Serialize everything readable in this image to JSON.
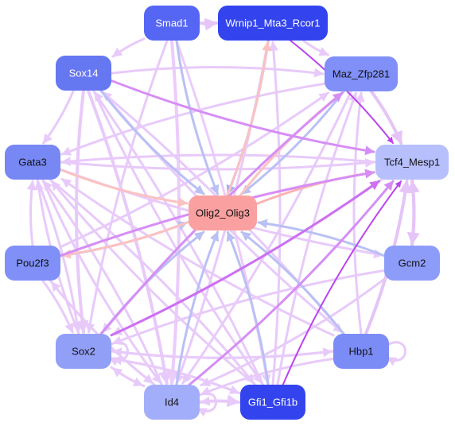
{
  "diagram": {
    "nodes": [
      {
        "id": "smad1",
        "label": "Smad1",
        "fill": "#5566f4",
        "text": "#ffffff"
      },
      {
        "id": "wrnip1",
        "label": "Wrnip1_Mta3_Rcor1",
        "fill": "#3344ee",
        "text": "#ffffff"
      },
      {
        "id": "sox14",
        "label": "Sox14",
        "fill": "#6677f2",
        "text": "#ffffff"
      },
      {
        "id": "maz",
        "label": "Maz_Zfp281",
        "fill": "#8090f8",
        "text": "#111111"
      },
      {
        "id": "gata3",
        "label": "Gata3",
        "fill": "#7788f4",
        "text": "#111111"
      },
      {
        "id": "tcf4",
        "label": "Tcf4_Mesp1",
        "fill": "#b7bffc",
        "text": "#111111"
      },
      {
        "id": "olig2",
        "label": "Olig2_Olig3",
        "fill": "#fba0a0",
        "text": "#111111"
      },
      {
        "id": "pou2f3",
        "label": "Pou2f3",
        "fill": "#8090f8",
        "text": "#111111"
      },
      {
        "id": "gcm2",
        "label": "Gcm2",
        "fill": "#8e9cf9",
        "text": "#111111"
      },
      {
        "id": "sox2",
        "label": "Sox2",
        "fill": "#929ff7",
        "text": "#111111"
      },
      {
        "id": "hbp1",
        "label": "Hbp1",
        "fill": "#7b8cf6",
        "text": "#111111"
      },
      {
        "id": "id4",
        "label": "Id4",
        "fill": "#a3aefa",
        "text": "#111111"
      },
      {
        "id": "gfi1",
        "label": "Gfi1_Gfi1b",
        "fill": "#3344ee",
        "text": "#ffffff"
      }
    ],
    "edges": [
      {
        "from": "smad1",
        "to": "wrnip1",
        "color": "#e5c4f7",
        "weight": 4
      },
      {
        "from": "wrnip1",
        "to": "smad1",
        "color": "#e5c4f7",
        "weight": 3
      },
      {
        "from": "smad1",
        "to": "sox14",
        "color": "#e8cafa",
        "weight": 3
      },
      {
        "from": "smad1",
        "to": "olig2",
        "color": "#b9c0f4",
        "weight": 3
      },
      {
        "from": "smad1",
        "to": "id4",
        "color": "#ecccfb",
        "weight": 4
      },
      {
        "from": "smad1",
        "to": "sox2",
        "color": "#e8cafa",
        "weight": 3
      },
      {
        "from": "smad1",
        "to": "gfi1",
        "color": "#ecccfb",
        "weight": 3
      },
      {
        "from": "wrnip1",
        "to": "olig2",
        "color": "#a7b0f2",
        "weight": 3
      },
      {
        "from": "wrnip1",
        "to": "tcf4",
        "color": "#bb44ee",
        "weight": 2
      },
      {
        "from": "wrnip1",
        "to": "maz",
        "color": "#e8cafa",
        "weight": 3
      },
      {
        "from": "wrnip1",
        "to": "id4",
        "color": "#e8cafa",
        "weight": 3
      },
      {
        "from": "gfi1",
        "to": "wrnip1",
        "color": "#e8cafa",
        "weight": 3
      },
      {
        "from": "sox14",
        "to": "olig2",
        "color": "#b9c0f4",
        "weight": 3
      },
      {
        "from": "sox14",
        "to": "tcf4",
        "color": "#d68ef5",
        "weight": 3
      },
      {
        "from": "sox14",
        "to": "maz",
        "color": "#e8cafa",
        "weight": 3
      },
      {
        "from": "sox14",
        "to": "sox2",
        "color": "#e8cafa",
        "weight": 4
      },
      {
        "from": "sox14",
        "to": "id4",
        "color": "#e8cafa",
        "weight": 4
      },
      {
        "from": "sox14",
        "to": "gfi1",
        "color": "#e8cafa",
        "weight": 3
      },
      {
        "from": "sox14",
        "to": "gata3",
        "color": "#e8cafa",
        "weight": 3
      },
      {
        "from": "sox14",
        "to": "hbp1",
        "color": "#e8cafa",
        "weight": 3
      },
      {
        "from": "maz",
        "to": "olig2",
        "color": "#b9c0f4",
        "weight": 3
      },
      {
        "from": "maz",
        "to": "tcf4",
        "color": "#e5c4f7",
        "weight": 4
      },
      {
        "from": "maz",
        "to": "sox2",
        "color": "#e8cafa",
        "weight": 3
      },
      {
        "from": "maz",
        "to": "id4",
        "color": "#e8cafa",
        "weight": 3
      },
      {
        "from": "maz",
        "to": "gata3",
        "color": "#e8cafa",
        "weight": 3
      },
      {
        "from": "gfi1",
        "to": "maz",
        "color": "#e8cafa",
        "weight": 3
      },
      {
        "from": "pou2f3",
        "to": "maz",
        "color": "#e8cafa",
        "weight": 3
      },
      {
        "from": "hbp1",
        "to": "maz",
        "color": "#e8cafa",
        "weight": 3
      },
      {
        "from": "gata3",
        "to": "olig2",
        "color": "#fbc2c2",
        "weight": 3
      },
      {
        "from": "gata3",
        "to": "tcf4",
        "color": "#e8cafa",
        "weight": 3
      },
      {
        "from": "gata3",
        "to": "sox2",
        "color": "#e8cafa",
        "weight": 3
      },
      {
        "from": "gata3",
        "to": "id4",
        "color": "#e8cafa",
        "weight": 3
      },
      {
        "from": "gata3",
        "to": "gfi1",
        "color": "#e8cafa",
        "weight": 3
      },
      {
        "from": "gata3",
        "to": "gcm2",
        "color": "#e8cafa",
        "weight": 3
      },
      {
        "from": "olig2",
        "to": "tcf4",
        "color": "#fbb3b3",
        "weight": 3
      },
      {
        "from": "olig2",
        "to": "wrnip1",
        "color": "#fbc2c2",
        "weight": 3
      },
      {
        "from": "olig2",
        "to": "maz",
        "color": "#fbc2c2",
        "weight": 3
      },
      {
        "from": "pou2f3",
        "to": "olig2",
        "color": "#b9c0f4",
        "weight": 3
      },
      {
        "from": "olig2",
        "to": "pou2f3",
        "color": "#fbc2c2",
        "weight": 3
      },
      {
        "from": "pou2f3",
        "to": "tcf4",
        "color": "#d68ef5",
        "weight": 3
      },
      {
        "from": "pou2f3",
        "to": "sox2",
        "color": "#e8cafa",
        "weight": 3
      },
      {
        "from": "pou2f3",
        "to": "id4",
        "color": "#e8cafa",
        "weight": 3
      },
      {
        "from": "pou2f3",
        "to": "gata3",
        "color": "#e8cafa",
        "weight": 3
      },
      {
        "from": "gcm2",
        "to": "olig2",
        "color": "#b9c0f4",
        "weight": 3
      },
      {
        "from": "gcm2",
        "to": "tcf4",
        "color": "#e5c4f7",
        "weight": 4
      },
      {
        "from": "tcf4",
        "to": "gcm2",
        "color": "#e5c4f7",
        "weight": 4
      },
      {
        "from": "gcm2",
        "to": "sox2",
        "color": "#e8cafa",
        "weight": 3
      },
      {
        "from": "gcm2",
        "to": "id4",
        "color": "#e8cafa",
        "weight": 3
      },
      {
        "from": "sox2",
        "to": "olig2",
        "color": "#b9c0f4",
        "weight": 3
      },
      {
        "from": "sox2",
        "to": "tcf4",
        "color": "#cd6ff2",
        "weight": 3
      },
      {
        "from": "sox2",
        "to": "maz",
        "color": "#d68ef5",
        "weight": 3
      },
      {
        "from": "sox2",
        "to": "id4",
        "color": "#e8cafa",
        "weight": 3
      },
      {
        "from": "sox2",
        "to": "gfi1",
        "color": "#e8cafa",
        "weight": 3
      },
      {
        "from": "sox2",
        "to": "hbp1",
        "color": "#e8cafa",
        "weight": 3
      },
      {
        "from": "sox2",
        "to": "gata3",
        "color": "#e8cafa",
        "weight": 3
      },
      {
        "from": "hbp1",
        "to": "olig2",
        "color": "#b9c0f4",
        "weight": 3
      },
      {
        "from": "hbp1",
        "to": "tcf4",
        "color": "#e5c4f7",
        "weight": 4
      },
      {
        "from": "hbp1",
        "to": "sox2",
        "color": "#e8cafa",
        "weight": 3
      },
      {
        "from": "hbp1",
        "to": "id4",
        "color": "#e8cafa",
        "weight": 3
      },
      {
        "from": "hbp1",
        "to": "gata3",
        "color": "#e8cafa",
        "weight": 3
      },
      {
        "from": "hbp1",
        "to": "sox14",
        "color": "#e8cafa",
        "weight": 3
      },
      {
        "from": "id4",
        "to": "olig2",
        "color": "#b9c0f4",
        "weight": 3
      },
      {
        "from": "id4",
        "to": "tcf4",
        "color": "#d68ef5",
        "weight": 3
      },
      {
        "from": "id4",
        "to": "gfi1",
        "color": "#e8cafa",
        "weight": 4
      },
      {
        "from": "gfi1",
        "to": "id4",
        "color": "#e8cafa",
        "weight": 3
      },
      {
        "from": "id4",
        "to": "sox2",
        "color": "#e8cafa",
        "weight": 3
      },
      {
        "from": "id4",
        "to": "gata3",
        "color": "#e8cafa",
        "weight": 3
      },
      {
        "from": "id4",
        "to": "pou2f3",
        "color": "#e8cafa",
        "weight": 3
      },
      {
        "from": "gfi1",
        "to": "olig2",
        "color": "#b9c0f4",
        "weight": 3
      },
      {
        "from": "gfi1",
        "to": "tcf4",
        "color": "#bb44ee",
        "weight": 2
      },
      {
        "from": "gfi1",
        "to": "sox2",
        "color": "#e8cafa",
        "weight": 3
      },
      {
        "from": "gfi1",
        "to": "gata3",
        "color": "#e8cafa",
        "weight": 3
      },
      {
        "from": "gfi1",
        "to": "sox14",
        "color": "#e8cafa",
        "weight": 3
      },
      {
        "from": "tcf4",
        "to": "sox2",
        "color": "#e8cafa",
        "weight": 3
      },
      {
        "from": "tcf4",
        "to": "gata3",
        "color": "#e8cafa",
        "weight": 3
      },
      {
        "from": "sox2",
        "to": "sox2",
        "color": "#e8cafa",
        "weight": 3
      },
      {
        "from": "hbp1",
        "to": "hbp1",
        "color": "#e8cafa",
        "weight": 3
      },
      {
        "from": "id4",
        "to": "id4",
        "color": "#e8cafa",
        "weight": 3
      }
    ]
  }
}
